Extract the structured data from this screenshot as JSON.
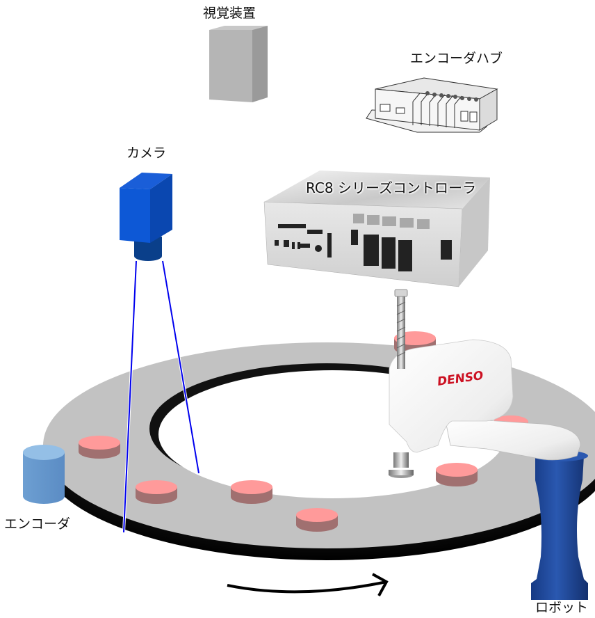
{
  "diagram": {
    "type": "system-configuration",
    "components": {
      "vision_device": {
        "label": "視覚装置",
        "color": "#b5b5b5"
      },
      "encoder_hub": {
        "label": "エンコーダハブ"
      },
      "camera": {
        "label": "カメラ",
        "color": "#0a4fd0"
      },
      "controller": {
        "label": "RC8 シリーズコントローラ"
      },
      "encoder": {
        "label": "エンコーダ",
        "color": "#6699cc"
      },
      "robot": {
        "label": "ロボット",
        "brand": "DENSO",
        "base_color": "#1f4a9e",
        "brand_color": "#cc1122"
      },
      "turntable": {
        "color": "#c2c2c2",
        "edge_color": "#1a1a1a"
      },
      "workpieces": {
        "count": 7,
        "top_color": "#ff9a9a",
        "side_color": "#a07070"
      },
      "camera_field_of_view": {
        "line_color": "#0000ee"
      },
      "rotation_arrow": {
        "direction": "clockwise",
        "color": "#000000"
      }
    }
  }
}
